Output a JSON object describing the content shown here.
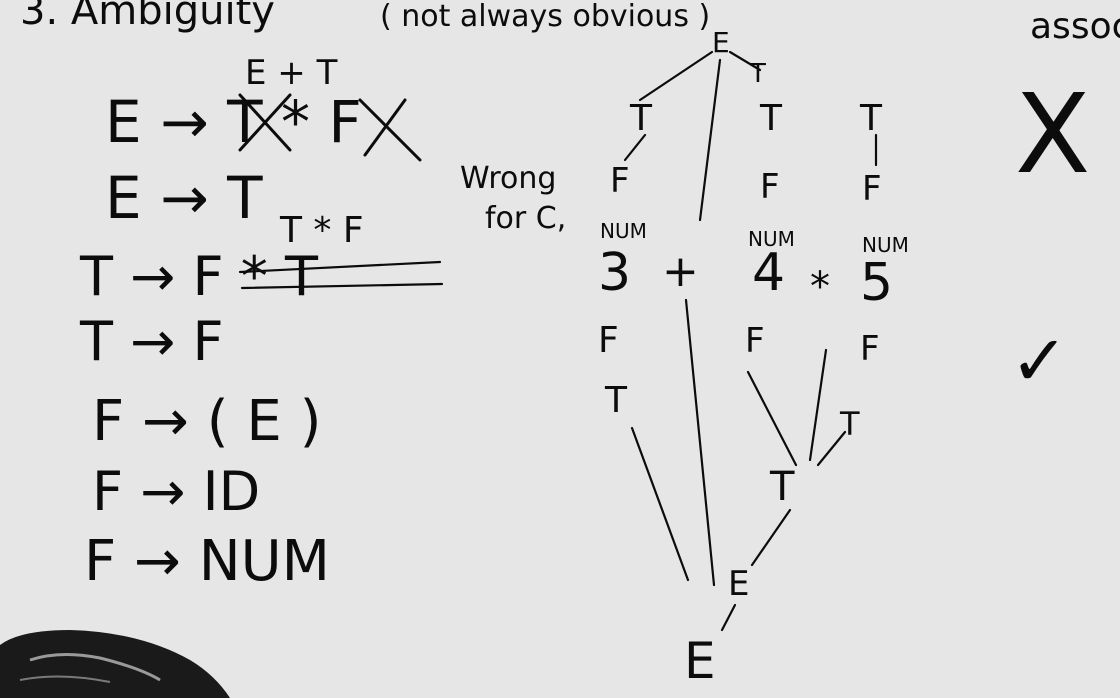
{
  "header": {
    "title_fragment": "3. Ambiguity",
    "note": "( not always obvious )",
    "right_fragment": "assoc"
  },
  "grammar": {
    "rule1": "E → T * F",
    "rule1_corr": "E + T",
    "rule2": "E → T",
    "rule2_corr": "T * F",
    "rule3": "T → F * T",
    "rule4": "T → F",
    "rule5": "F → ( E )",
    "rule6": "F → ID",
    "rule7": "F → NUM"
  },
  "left_note": {
    "line1": "Wrong",
    "line2": "for C,"
  },
  "expression": {
    "tokens": [
      "3",
      "+",
      "4",
      "*",
      "5"
    ],
    "num_label": "NUM"
  },
  "tree_labels": {
    "E": "E",
    "T": "T",
    "F": "F"
  },
  "marks": {
    "wrong": "X",
    "right": "✓"
  },
  "colors": {
    "board": "#e6e6e6",
    "ink": "#0c0c0c"
  }
}
